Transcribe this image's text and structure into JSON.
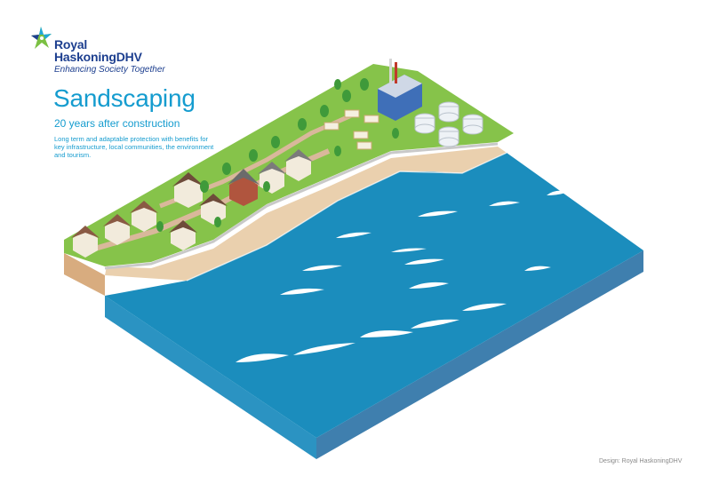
{
  "brand": {
    "name_line1": "Royal",
    "name_line2": "HaskoningDHV",
    "tagline": "Enhancing Society Together",
    "logo_icon": "star-swirl-icon",
    "colors": {
      "navy": "#1d3f8f",
      "green": "#7bc043",
      "cyan": "#1ea7d8"
    }
  },
  "heading": {
    "title": "Sandscaping",
    "subtitle": "20 years after construction",
    "description": "Long term and adaptable protection with benefits for key infrastructure, local communities, the environment and tourism."
  },
  "credit": "Design: Royal HaskoningDHV",
  "scene_colors": {
    "sea": "#1c8fbf",
    "sea_front": "#2e97c4",
    "sea_side": "#5c8fb5",
    "sand": "#e8c9a6",
    "soil": "#d4a97c",
    "grass": "#86c34a",
    "road": "#d9b89b",
    "foam": "#ffffff"
  }
}
